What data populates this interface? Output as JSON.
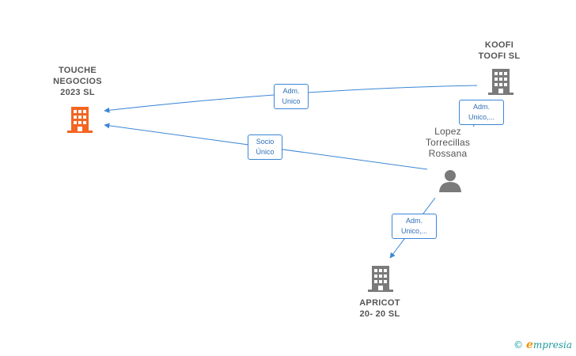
{
  "nodes": {
    "touche": {
      "label_lines": [
        "TOUCHE",
        "NEGOCIOS",
        "2023  SL"
      ],
      "type": "company",
      "color": "#f26522"
    },
    "koofi": {
      "label_lines": [
        "KOOFI",
        "TOOFI  SL"
      ],
      "type": "company",
      "color": "#7a7a7a"
    },
    "lopez": {
      "label_lines": [
        "Lopez",
        "Torrecillas",
        "Rossana"
      ],
      "type": "person",
      "color": "#7a7a7a"
    },
    "apricot": {
      "label_lines": [
        "APRICOT",
        "20- 20  SL"
      ],
      "type": "company",
      "color": "#7a7a7a"
    }
  },
  "edges": {
    "koofi_touche": {
      "label_lines": [
        "Adm.",
        "Unico"
      ]
    },
    "lopez_touche": {
      "label_lines": [
        "Socio",
        "Único"
      ]
    },
    "lopez_koofi": {
      "label_lines": [
        "Adm.",
        "Unico,..."
      ]
    },
    "lopez_apricot": {
      "label_lines": [
        "Adm.",
        "Unico,..."
      ]
    }
  },
  "footer": {
    "copyright": "©",
    "brand_initial": "e",
    "brand_rest": "mpresia"
  },
  "colors": {
    "edge": "#3b86d6",
    "company_highlight": "#f26522",
    "company": "#7a7a7a"
  }
}
